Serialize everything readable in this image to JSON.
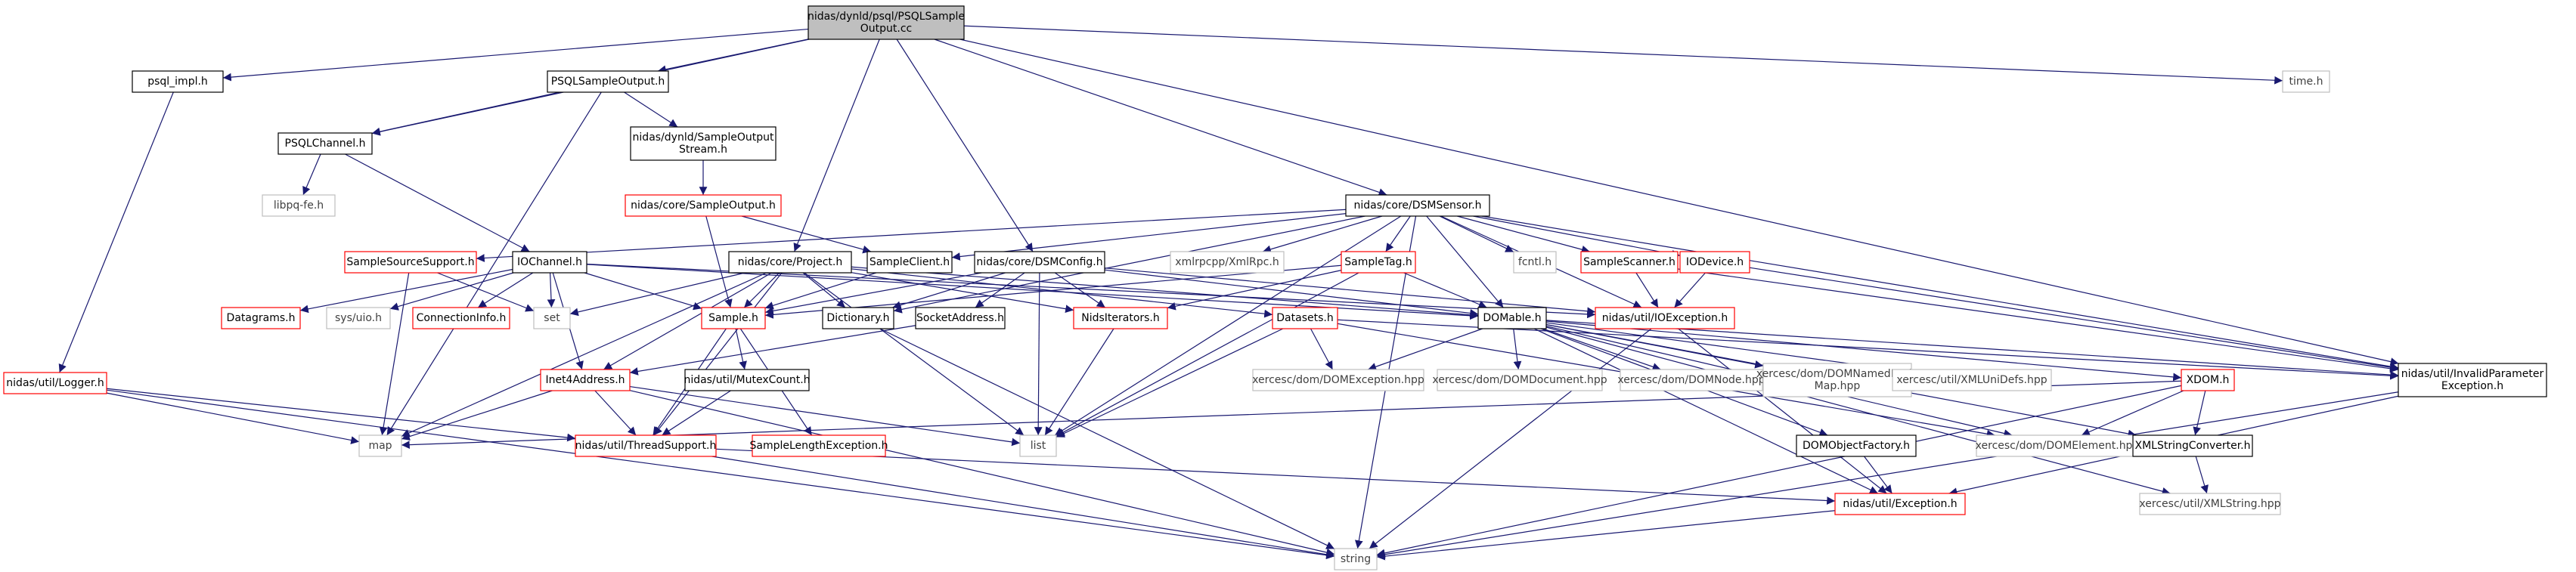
{
  "colors": {
    "edge": "#191970",
    "box_black": "#000000",
    "box_red": "#ff0000",
    "box_gray": "#bfbfbf",
    "root_fill": "#bfbfbf",
    "text_main": "#000000",
    "text_gray": "#404040"
  },
  "nodes": {
    "root": {
      "lines": [
        "nidas/dynld/psql/PSQLSample",
        "Output.cc"
      ]
    },
    "psql_impl": {
      "lines": [
        "psql_impl.h"
      ]
    },
    "psqlsampleoutput": {
      "lines": [
        "PSQLSampleOutput.h"
      ]
    },
    "psqlchannel": {
      "lines": [
        "PSQLChannel.h"
      ]
    },
    "libpq": {
      "lines": [
        "libpq-fe.h"
      ]
    },
    "sampleoutputstream": {
      "lines": [
        "nidas/dynld/SampleOutput",
        "Stream.h"
      ]
    },
    "core_sampleoutput": {
      "lines": [
        "nidas/core/SampleOutput.h"
      ]
    },
    "dsmsensor": {
      "lines": [
        "nidas/core/DSMSensor.h"
      ]
    },
    "time": {
      "lines": [
        "time.h"
      ]
    },
    "logger": {
      "lines": [
        "nidas/util/Logger.h"
      ]
    },
    "samplesourcesupport": {
      "lines": [
        "SampleSourceSupport.h"
      ]
    },
    "iochannel": {
      "lines": [
        "IOChannel.h"
      ]
    },
    "project": {
      "lines": [
        "nidas/core/Project.h"
      ]
    },
    "sampleclient": {
      "lines": [
        "SampleClient.h"
      ]
    },
    "dsmconfig": {
      "lines": [
        "nidas/core/DSMConfig.h"
      ]
    },
    "xmlrpc": {
      "lines": [
        "xmlrpcpp/XmlRpc.h"
      ]
    },
    "sampletag": {
      "lines": [
        "SampleTag.h"
      ]
    },
    "fcntl": {
      "lines": [
        "fcntl.h"
      ]
    },
    "samplescanner": {
      "lines": [
        "SampleScanner.h"
      ]
    },
    "iodevice": {
      "lines": [
        "IODevice.h"
      ]
    },
    "datagrams": {
      "lines": [
        "Datagrams.h"
      ]
    },
    "sysuio": {
      "lines": [
        "sys/uio.h"
      ]
    },
    "connectioninfo": {
      "lines": [
        "ConnectionInfo.h"
      ]
    },
    "set": {
      "lines": [
        "set"
      ]
    },
    "sample": {
      "lines": [
        "Sample.h"
      ]
    },
    "dictionary": {
      "lines": [
        "Dictionary.h"
      ]
    },
    "socketaddress": {
      "lines": [
        "SocketAddress.h"
      ]
    },
    "nidsiterators": {
      "lines": [
        "NidsIterators.h"
      ]
    },
    "datasets": {
      "lines": [
        "Datasets.h"
      ]
    },
    "domable": {
      "lines": [
        "DOMable.h"
      ]
    },
    "ioexception": {
      "lines": [
        "nidas/util/IOException.h"
      ]
    },
    "inet4address": {
      "lines": [
        "Inet4Address.h"
      ]
    },
    "mutexcount": {
      "lines": [
        "nidas/util/MutexCount.h"
      ]
    },
    "xdom": {
      "lines": [
        "XDOM.h"
      ]
    },
    "invalidparam": {
      "lines": [
        "nidas/util/InvalidParameter",
        "Exception.h"
      ]
    },
    "map": {
      "lines": [
        "map"
      ]
    },
    "threadsupport": {
      "lines": [
        "nidas/util/ThreadSupport.h"
      ]
    },
    "samplelengthexc": {
      "lines": [
        "SampleLengthException.h"
      ]
    },
    "list": {
      "lines": [
        "list"
      ]
    },
    "domexception": {
      "lines": [
        "xercesc/dom/DOMException.hpp"
      ]
    },
    "domdocument": {
      "lines": [
        "xercesc/dom/DOMDocument.hpp"
      ]
    },
    "domnode": {
      "lines": [
        "xercesc/dom/DOMNode.hpp"
      ]
    },
    "domnamednodemap": {
      "lines": [
        "xercesc/dom/DOMNamedNode",
        "Map.hpp"
      ]
    },
    "xmlunidefs": {
      "lines": [
        "xercesc/util/XMLUniDefs.hpp"
      ]
    },
    "domobjectfactory": {
      "lines": [
        "DOMObjectFactory.h"
      ]
    },
    "domelement": {
      "lines": [
        "xercesc/dom/DOMElement.hpp"
      ]
    },
    "xmlstringconverter": {
      "lines": [
        "XMLStringConverter.h"
      ]
    },
    "exception": {
      "lines": [
        "nidas/util/Exception.h"
      ]
    },
    "xmlstring": {
      "lines": [
        "xercesc/util/XMLString.hpp"
      ]
    },
    "string": {
      "lines": [
        "string"
      ]
    }
  }
}
